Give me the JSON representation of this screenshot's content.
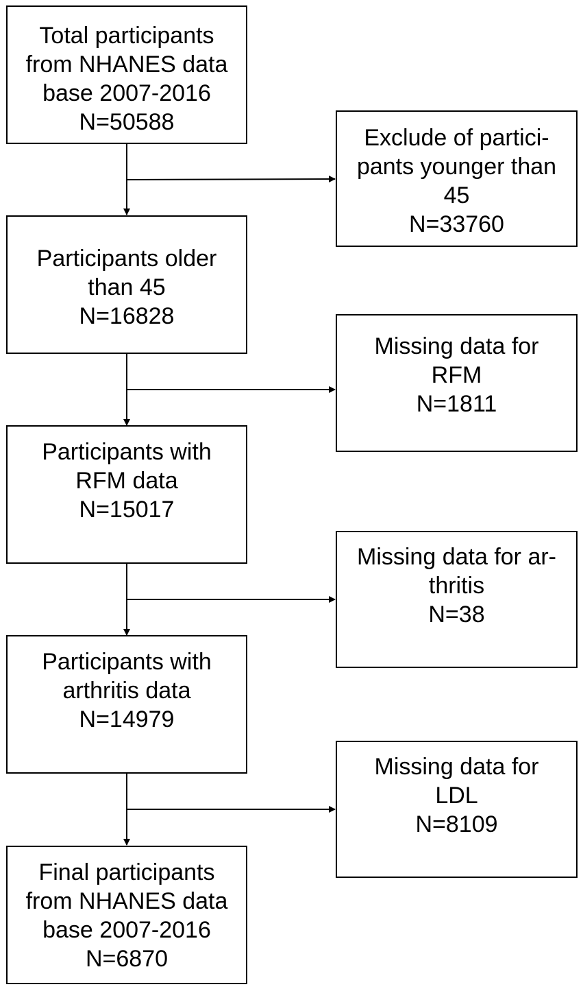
{
  "flowchart": {
    "main_steps": [
      {
        "id": "total",
        "lines": [
          "Total participants",
          "from NHANES data",
          "base 2007-2016",
          "N=50588"
        ]
      },
      {
        "id": "older45",
        "lines": [
          "Participants older",
          "than 45",
          "N=16828",
          ""
        ]
      },
      {
        "id": "rfm",
        "lines": [
          "Participants with",
          "RFM data",
          "N=15017",
          ""
        ]
      },
      {
        "id": "arthritis",
        "lines": [
          "Participants with",
          "arthritis data",
          "N=14979",
          ""
        ]
      },
      {
        "id": "final",
        "lines": [
          "Final participants",
          "from NHANES data",
          "base 2007-2016",
          "N=6870"
        ]
      }
    ],
    "exclusions": [
      {
        "id": "excl-age",
        "lines": [
          "Exclude of partici-",
          "pants younger than",
          "45",
          "N=33760"
        ]
      },
      {
        "id": "excl-rfm",
        "lines": [
          "Missing data for",
          "RFM",
          "N=1811",
          ""
        ]
      },
      {
        "id": "excl-arthritis",
        "lines": [
          "Missing data for ar-",
          "thritis",
          "N=38",
          ""
        ]
      },
      {
        "id": "excl-ldl",
        "lines": [
          "Missing data for",
          "LDL",
          "N=8109",
          ""
        ]
      }
    ]
  }
}
